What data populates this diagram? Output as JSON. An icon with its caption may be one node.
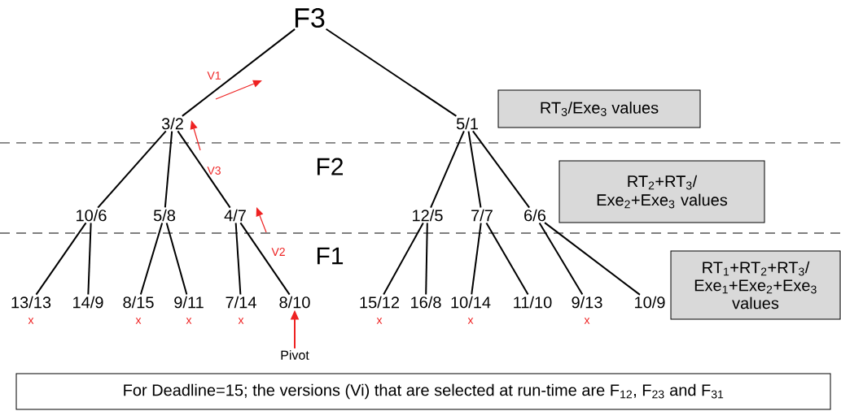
{
  "diagram": {
    "nodes": [
      {
        "text": [
          "F3"
        ]
      },
      {
        "text": [
          "3/2"
        ]
      },
      {
        "text": [
          "5/1"
        ]
      },
      {
        "text": [
          "10/6"
        ]
      },
      {
        "text": [
          "5/8"
        ]
      },
      {
        "text": [
          "4/7"
        ]
      },
      {
        "text": [
          "12/5"
        ]
      },
      {
        "text": [
          "7/7"
        ]
      },
      {
        "text": [
          "6/6"
        ]
      },
      {
        "text": [
          "13/13"
        ],
        "beside": [
          "x"
        ]
      },
      {
        "text": [
          "14/9"
        ]
      },
      {
        "text": [
          "8/15"
        ],
        "beside": [
          "x"
        ]
      },
      {
        "text": [
          "9/11"
        ],
        "beside": [
          "x"
        ]
      },
      {
        "text": [
          "7/14"
        ],
        "beside": [
          "x"
        ]
      },
      {
        "text": [
          "8/10"
        ]
      },
      {
        "text": [
          "15/12"
        ],
        "beside": [
          "x"
        ]
      },
      {
        "text": [
          "16/8"
        ]
      },
      {
        "text": [
          "10/14"
        ],
        "beside": [
          "x"
        ]
      },
      {
        "text": [
          "11/10"
        ]
      },
      {
        "text": [
          "9/13"
        ],
        "beside": [
          "x"
        ]
      },
      {
        "text": [
          "10/9"
        ]
      },
      {
        "text": [
          "RT$_{3}$/Exe$_{3}$ values"
        ]
      },
      {
        "text": [
          "RT$_{2}$+RT$_{3}$/ Exe$_{2}$+Exe$_{3}$ values"
        ]
      },
      {
        "text": [
          "RT$_{1}$+RT$_{2}$+RT$_{3}$/ Exe$_{1}$+Exe$_{2}$+Exe$_{3}$ values"
        ]
      },
      {
        "text": [
          "For Deadline=15; the versions (Vi) that are selected at run-time are F$_{12}$, F$_{23}$ and F$_{31}$"
        ]
      },
      {
        "text": [
          "Pivot"
        ]
      }
    ],
    "edges": [
      {
        "from": 0,
        "to": 1,
        "arrow": "none"
      },
      {
        "from": 0,
        "to": 2,
        "arrow": "none"
      },
      {
        "from": 1,
        "to": 3,
        "arrow": "none"
      },
      {
        "from": 1,
        "to": 4,
        "arrow": "none"
      },
      {
        "from": 1,
        "to": 5,
        "arrow": "none"
      },
      {
        "from": 2,
        "to": 6,
        "arrow": "none"
      },
      {
        "from": 2,
        "to": 7,
        "arrow": "none"
      },
      {
        "from": 2,
        "to": 8,
        "arrow": "none"
      },
      {
        "from": 3,
        "to": 9,
        "arrow": "none"
      },
      {
        "from": 3,
        "to": 10,
        "arrow": "none"
      },
      {
        "from": 4,
        "to": 11,
        "arrow": "none"
      },
      {
        "from": 4,
        "to": 12,
        "arrow": "none"
      },
      {
        "from": 5,
        "to": 13,
        "arrow": "none"
      },
      {
        "from": 5,
        "to": 14,
        "arrow": "none"
      },
      {
        "from": 6,
        "to": 15,
        "arrow": "none"
      },
      {
        "from": 6,
        "to": 16,
        "arrow": "none"
      },
      {
        "from": 7,
        "to": 17,
        "arrow": "none"
      },
      {
        "from": 7,
        "to": 18,
        "arrow": "none"
      },
      {
        "from": 8,
        "to": 19,
        "arrow": "none"
      },
      {
        "from": 8,
        "to": 20,
        "arrow": "none"
      },
      {
        "from": 25,
        "to": 14,
        "arrow": "to",
        "color": "#ee2222"
      }
    ],
    "labels": [
      "V1",
      "V3",
      "F2",
      "V2",
      "F1"
    ]
  }
}
